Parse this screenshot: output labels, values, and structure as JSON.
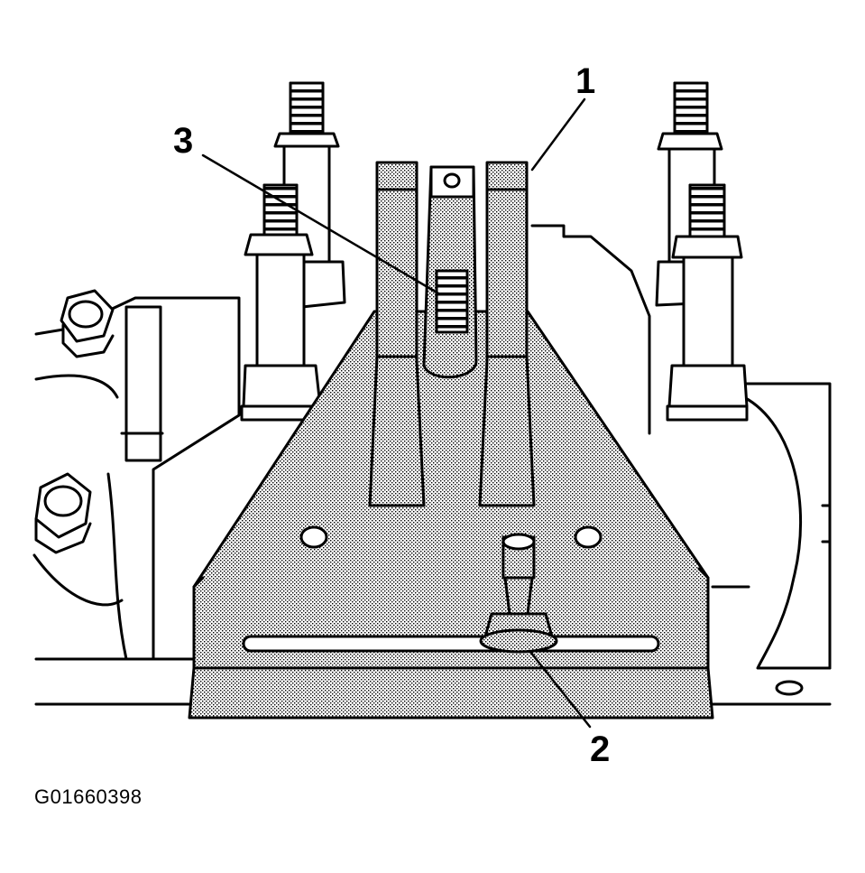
{
  "figure_id": "G01660398",
  "callouts": [
    {
      "number": "1"
    },
    {
      "number": "2"
    },
    {
      "number": "3"
    }
  ]
}
